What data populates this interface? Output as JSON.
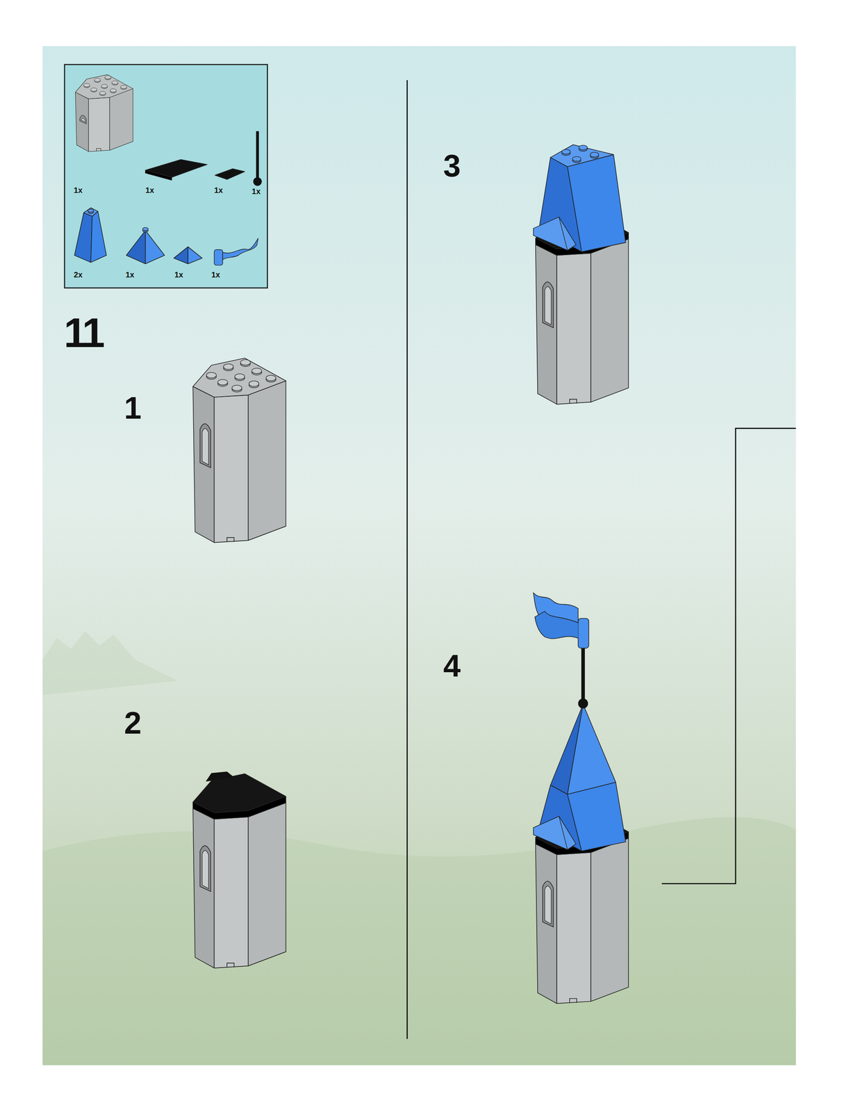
{
  "diagram": {
    "labels": [
      "1x",
      "1x",
      "1x",
      "1x",
      "2x",
      "1x",
      "1x",
      "1x",
      "11",
      "1",
      "2",
      "3",
      "4"
    ]
  }
}
